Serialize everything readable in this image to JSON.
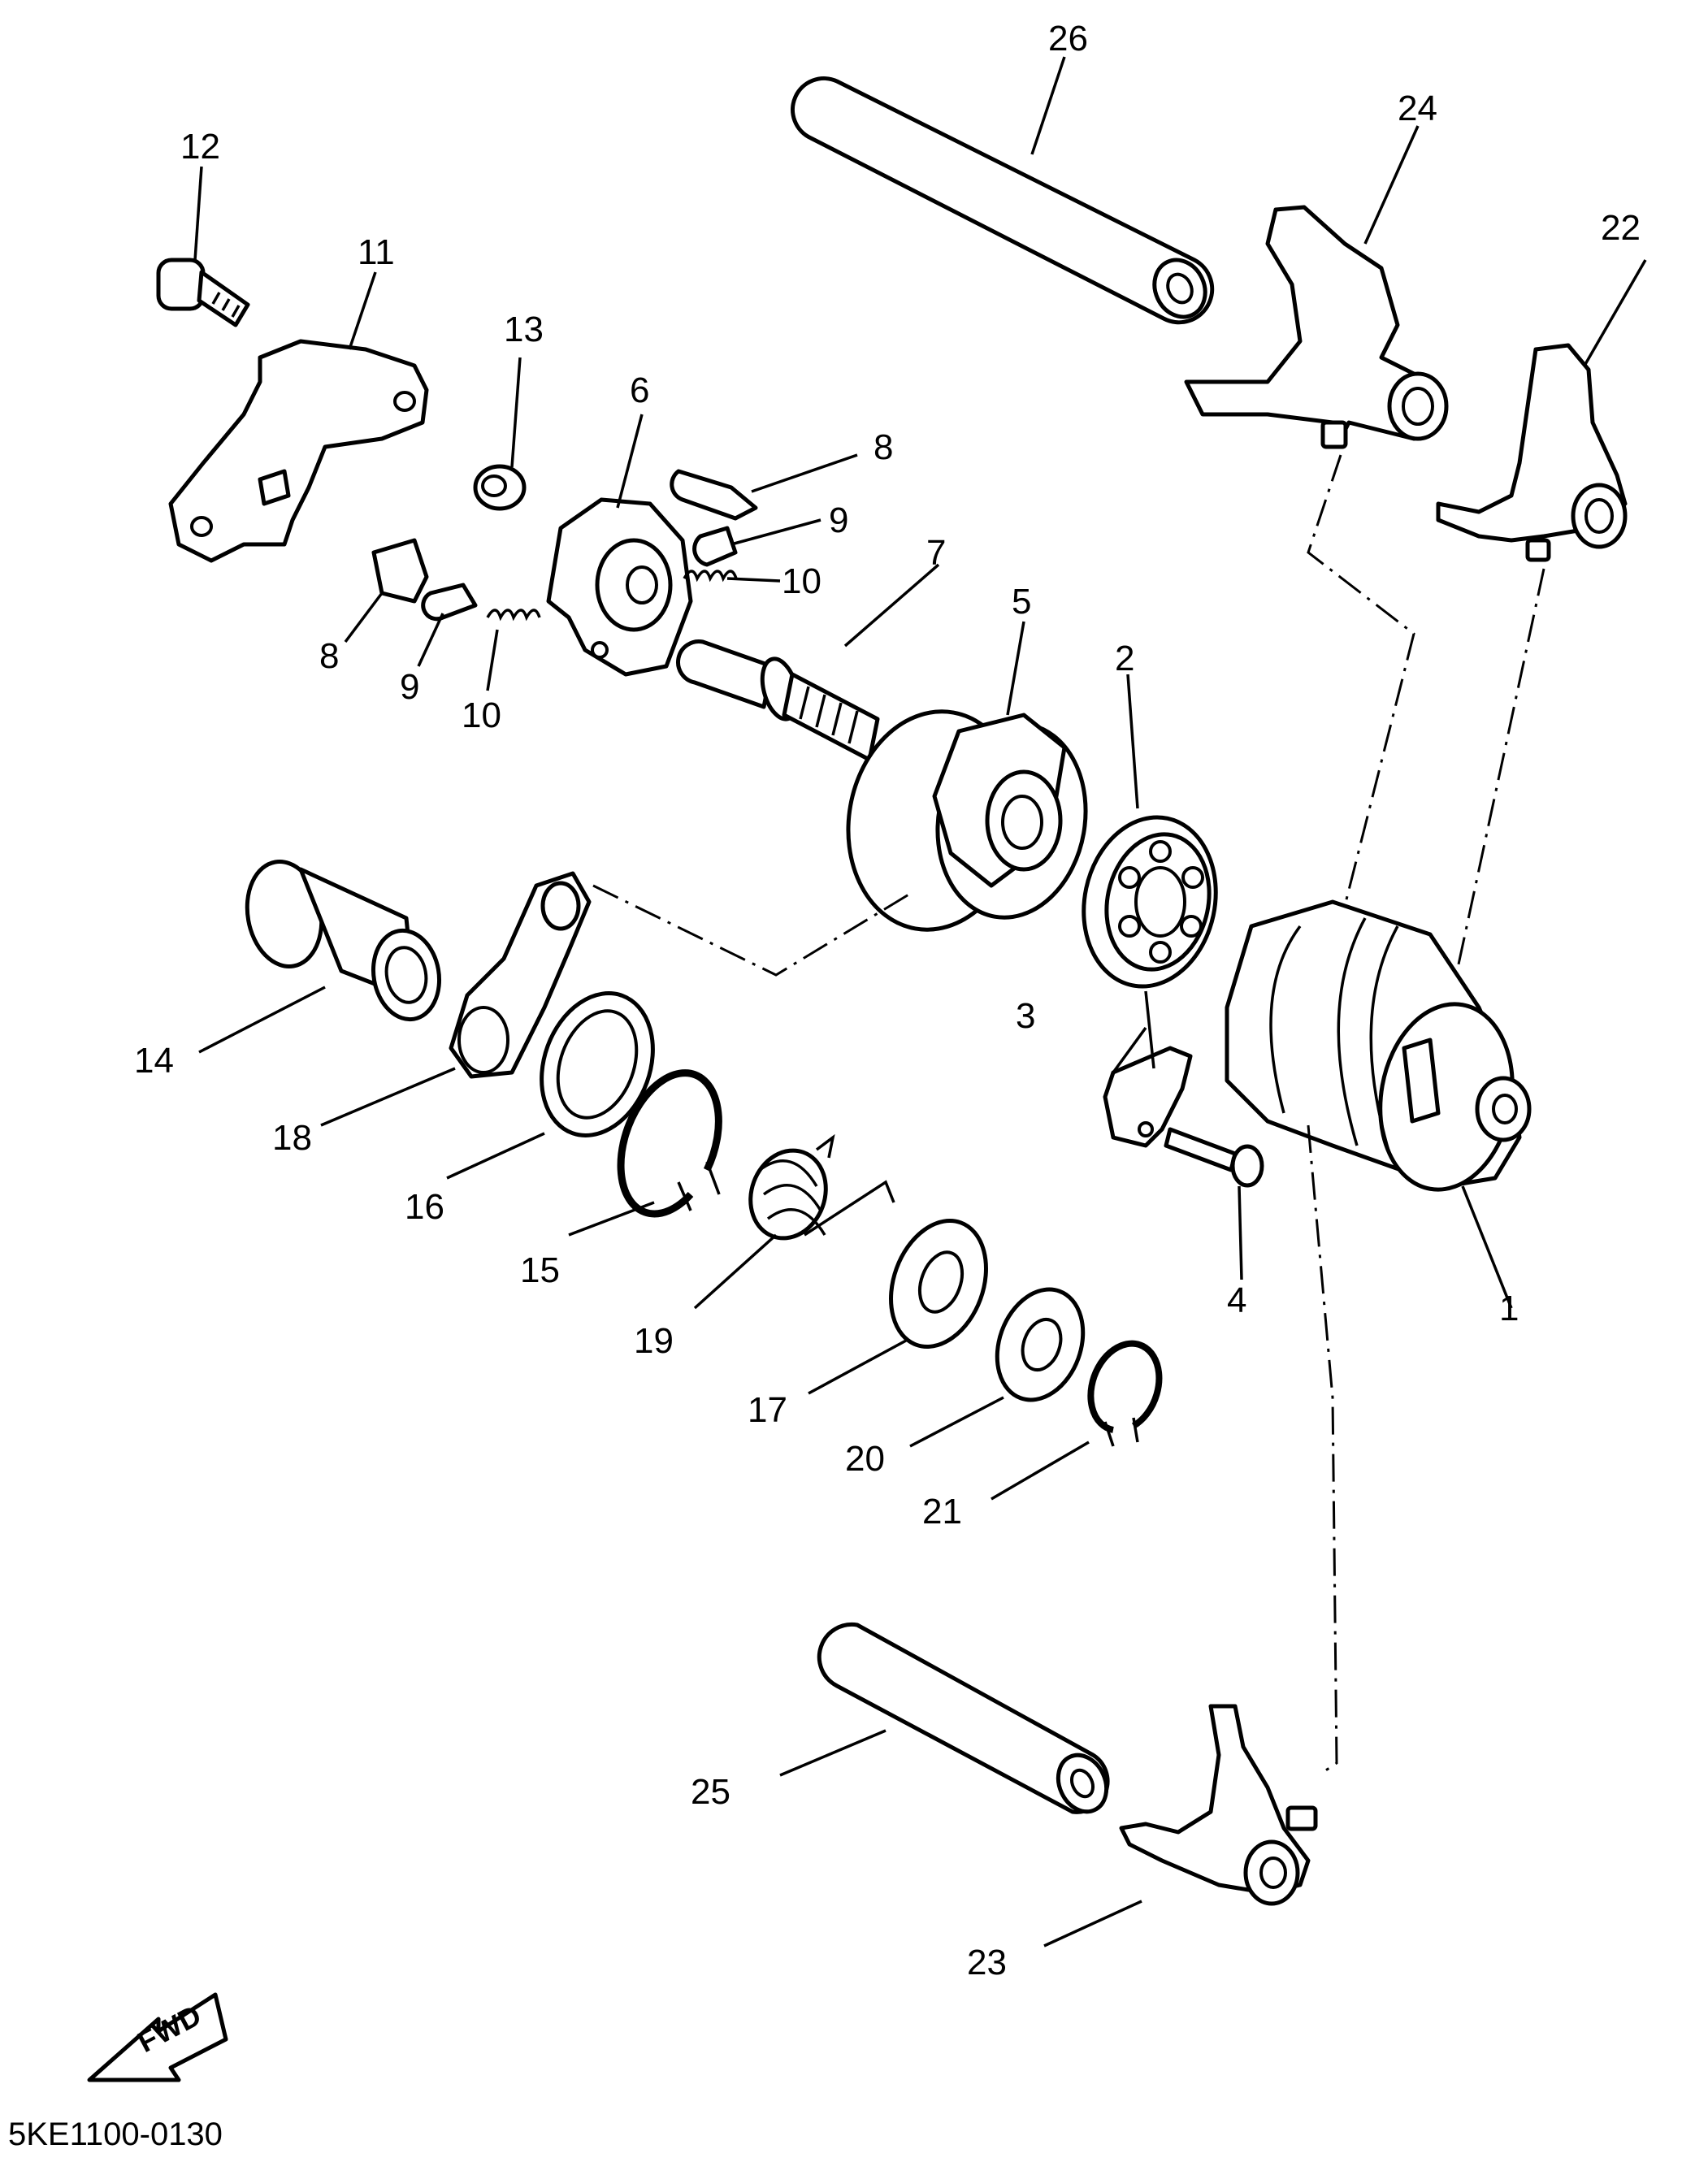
{
  "diagram": {
    "callouts": [
      "26",
      "24",
      "22",
      "12",
      "11",
      "13",
      "6",
      "8",
      "9",
      "10",
      "7",
      "5",
      "2",
      "8",
      "9",
      "10",
      "14",
      "18",
      "16",
      "15",
      "19",
      "3",
      "4",
      "1",
      "17",
      "20",
      "21",
      "25",
      "23"
    ],
    "fwd_label": "FWD",
    "drawing_code": "5KE1100-0130"
  }
}
